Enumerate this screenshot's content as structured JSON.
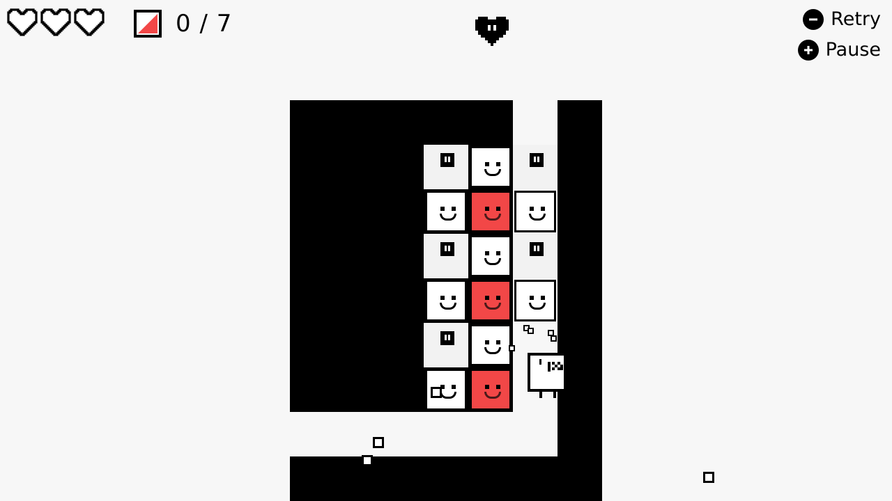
{
  "hud": {
    "hearts": [
      {
        "name": "life-heart-1-icon",
        "filled": false
      },
      {
        "name": "life-heart-2-icon",
        "filled": false
      },
      {
        "name": "life-heart-3-icon",
        "filled": false
      }
    ],
    "crown_counter": "0 / 7",
    "center_icon": "heart-face-icon"
  },
  "menu": {
    "retry_label": "Retry",
    "retry_icon": "minus-button-icon",
    "pause_label": "Pause",
    "pause_icon": "plus-button-icon"
  },
  "colors": {
    "background": "#f7f7f7",
    "wall": "#000000",
    "red_box": "#f24747",
    "box": "#ffffff"
  }
}
